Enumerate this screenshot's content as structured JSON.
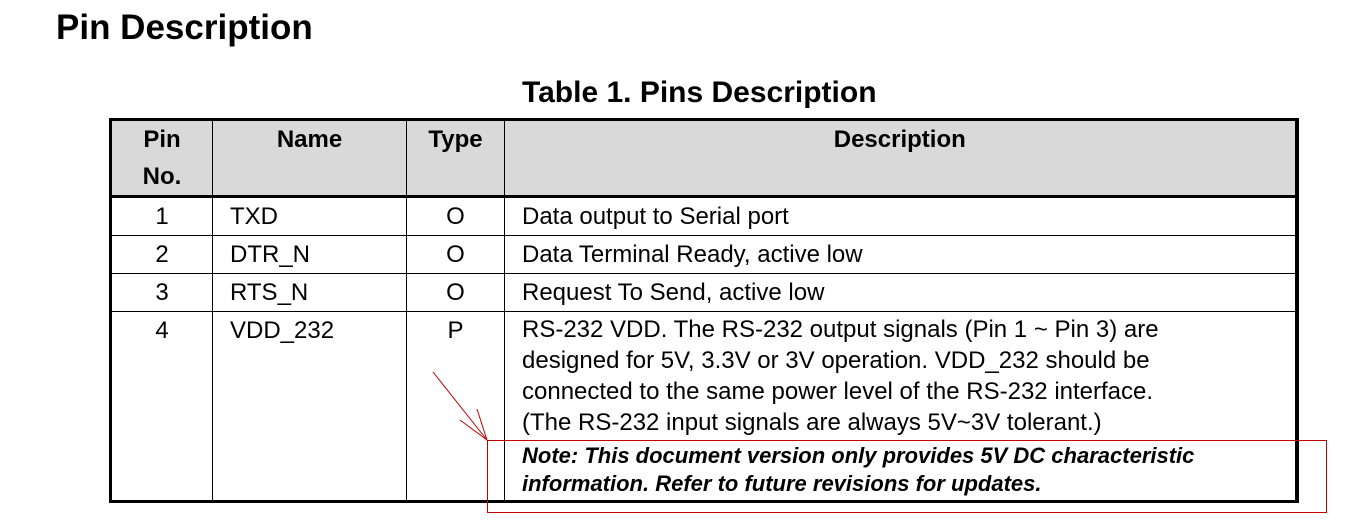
{
  "heading": "Pin Description",
  "table": {
    "caption": "Table 1. Pins Description",
    "headers": {
      "pin_line1": "Pin",
      "pin_line2": "No.",
      "name": "Name",
      "type": "Type",
      "description": "Description"
    },
    "rows": [
      {
        "pin": "1",
        "name": "TXD",
        "type": "O",
        "description": [
          "Data output to Serial port"
        ]
      },
      {
        "pin": "2",
        "name": "DTR_N",
        "type": "O",
        "description": [
          "Data Terminal Ready, active low"
        ]
      },
      {
        "pin": "3",
        "name": "RTS_N",
        "type": "O",
        "description": [
          "Request To Send, active low"
        ]
      },
      {
        "pin": "4",
        "name": "VDD_232",
        "type": "P",
        "description": [
          "RS-232 VDD. The RS-232 output signals (Pin 1 ~ Pin 3) are",
          "designed for 5V, 3.3V or 3V operation. VDD_232 should be",
          "connected to the same power level of the RS-232 interface.",
          "(The RS-232 input signals are always 5V~3V tolerant.)"
        ],
        "note": [
          "Note: This document version only provides 5V DC characteristic",
          "information. Refer to future revisions for updates."
        ]
      }
    ]
  },
  "annotation_color": "#c00000"
}
